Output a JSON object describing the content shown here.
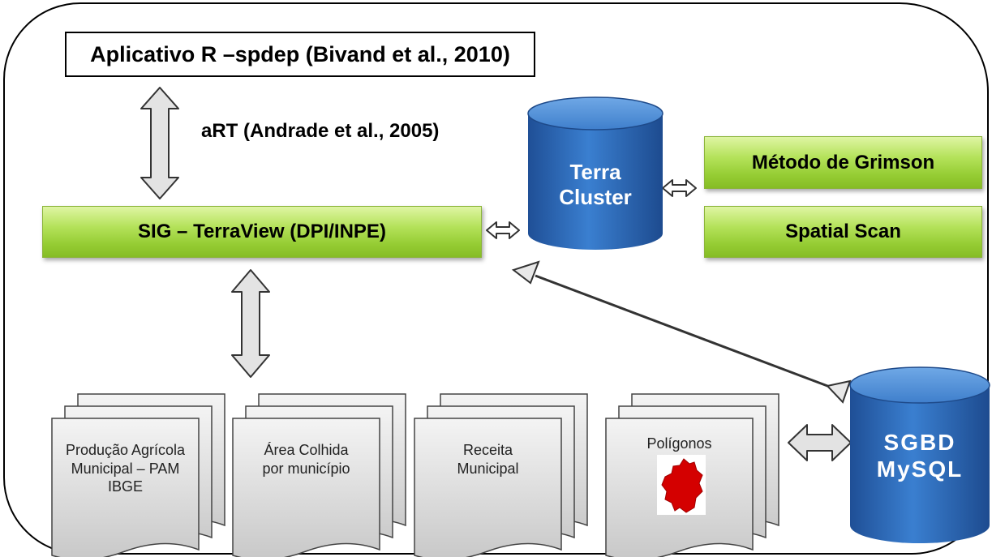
{
  "app_box": {
    "label": "Aplicativo R –spdep (Bivand et al., 2010)"
  },
  "art_label": "aRT (Andrade et al., 2005)",
  "sig_box": {
    "label": "SIG – TerraView (DPI/INPE)"
  },
  "terra_cluster": {
    "line1": "Terra",
    "line2": "Cluster"
  },
  "methods": {
    "grimson": "Método de Grimson",
    "scan": "Spatial Scan"
  },
  "documents": [
    {
      "lines": [
        "Produção Agrícola",
        "Municipal – PAM",
        "IBGE"
      ]
    },
    {
      "lines": [
        "Área Colhida",
        "por município"
      ]
    },
    {
      "lines": [
        "Receita",
        "Municipal"
      ]
    },
    {
      "lines": [
        "Polígonos"
      ]
    }
  ],
  "sgbd": {
    "line1": "SGBD",
    "line2": "MySQL"
  },
  "colors": {
    "green": "#9acd32",
    "cylinder_blue": "#2f6fbe",
    "doc_gray": "#d9d9d9",
    "map_red": "#d40000"
  },
  "icons": [
    "double-arrow-icon",
    "map-thumbnail-icon"
  ]
}
